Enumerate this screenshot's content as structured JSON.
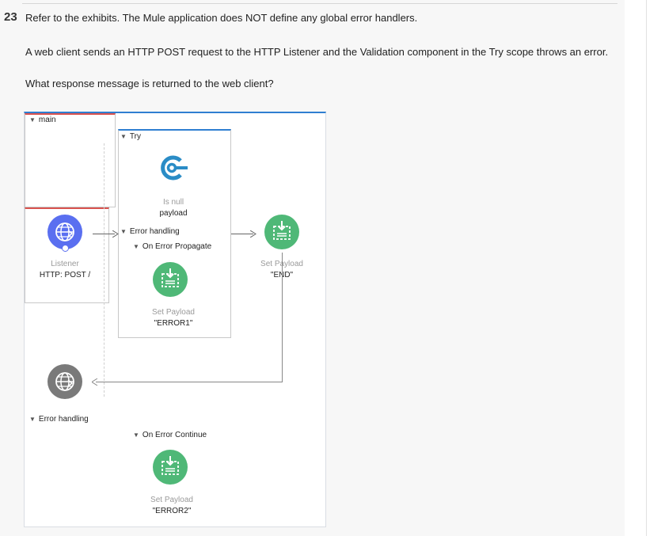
{
  "question": {
    "number": "23",
    "line1": "Refer to the exhibits. The Mule application does NOT define any global error handlers.",
    "line2": "A web client sends an HTTP POST request to the HTTP Listener and the Validation component in the Try scope throws an error.",
    "line3": "What response message is returned to the web client?"
  },
  "flow": {
    "name": "main",
    "listener": {
      "type": "Listener",
      "detail": "HTTP: POST /"
    },
    "try_scope": {
      "label": "Try",
      "validation": {
        "type": "Is null",
        "detail": "payload"
      },
      "error_handling_label": "Error handling",
      "propagate": {
        "label": "On Error Propagate",
        "set_payload": {
          "type": "Set Payload",
          "detail": "\"ERROR1\""
        }
      }
    },
    "set_payload_end": {
      "type": "Set Payload",
      "detail": "\"END\""
    },
    "error_handling_label": "Error handling",
    "continue": {
      "label": "On Error Continue",
      "set_payload": {
        "type": "Set Payload",
        "detail": "\"ERROR2\""
      }
    }
  },
  "colors": {
    "listener": "#5a6ff0",
    "set_payload": "#4fb877",
    "validation": "#2a8cc6",
    "scope_accent": "#2f7fd1",
    "error_accent": "#d9534f"
  }
}
